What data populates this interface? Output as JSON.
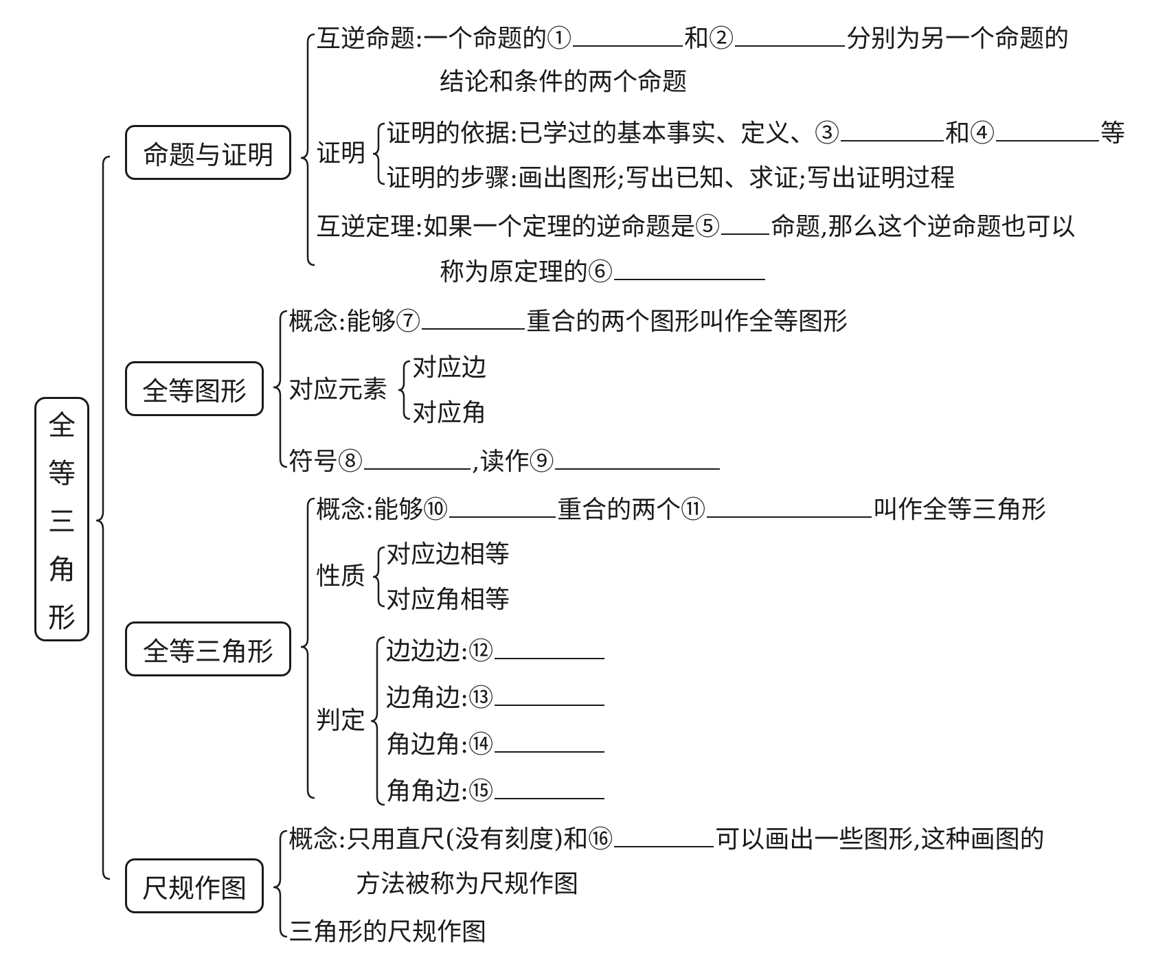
{
  "root": {
    "chars": [
      "全",
      "等",
      "三",
      "角",
      "形"
    ]
  },
  "branches": [
    {
      "label": "命题与证明"
    },
    {
      "label": "全等图形"
    },
    {
      "label": "全等三角形"
    },
    {
      "label": "尺规作图"
    }
  ],
  "prop": {
    "l1a": "互逆命题:一个命题的①",
    "l1b": "和②",
    "l1c": "分别为另一个命题的",
    "l2": "结论和条件的两个命题",
    "zm": "证明",
    "l3a": "证明的依据:已学过的基本事实、定义、③",
    "l3b": "和④",
    "l3c": "等",
    "l4": "证明的步骤:画出图形;写出已知、求证;写出证明过程",
    "l5a": "互逆定理:如果一个定理的逆命题是⑤",
    "l5b": "命题,那么这个逆命题也可以",
    "l6": "称为原定理的⑥"
  },
  "fig": {
    "c1a": "概念:能够⑦",
    "c1b": "重合的两个图形叫作全等图形",
    "dy": "对应元素",
    "dy1": "对应边",
    "dy2": "对应角",
    "s1a": "符号⑧",
    "s1b": ",读作⑨"
  },
  "tri": {
    "c1a": "概念:能够⑩",
    "c1b": "重合的两个⑪",
    "c1c": "叫作全等三角形",
    "xz": "性质",
    "xz1": "对应边相等",
    "xz2": "对应角相等",
    "pd": "判定",
    "pd1": "边边边:⑫",
    "pd2": "边角边:⑬",
    "pd3": "角边角:⑭",
    "pd4": "角角边:⑮"
  },
  "ruler": {
    "c1a": "概念:只用直尺(没有刻度)和⑯",
    "c1b": "可以画出一些图形,这种画图的",
    "c2": "方法被称为尺规作图",
    "c3": "三角形的尺规作图"
  }
}
